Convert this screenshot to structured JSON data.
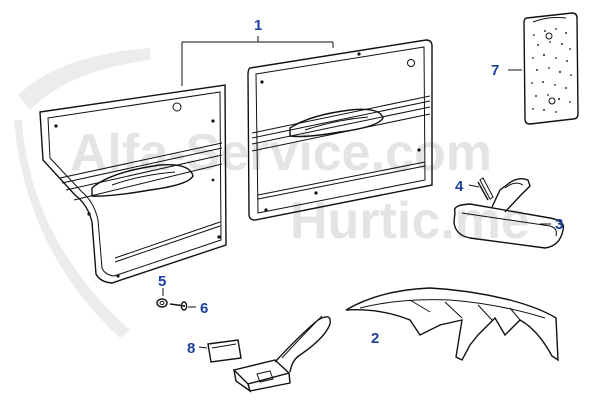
{
  "diagram": {
    "callouts": [
      {
        "id": "1",
        "label": "1"
      },
      {
        "id": "2",
        "label": "2"
      },
      {
        "id": "3",
        "label": "3"
      },
      {
        "id": "4",
        "label": "4"
      },
      {
        "id": "5",
        "label": "5"
      },
      {
        "id": "6",
        "label": "6"
      },
      {
        "id": "7",
        "label": "7"
      },
      {
        "id": "8",
        "label": "8"
      }
    ]
  },
  "watermark": {
    "line1": "Alfa-Service.com",
    "line2": "Hurtic.me"
  }
}
